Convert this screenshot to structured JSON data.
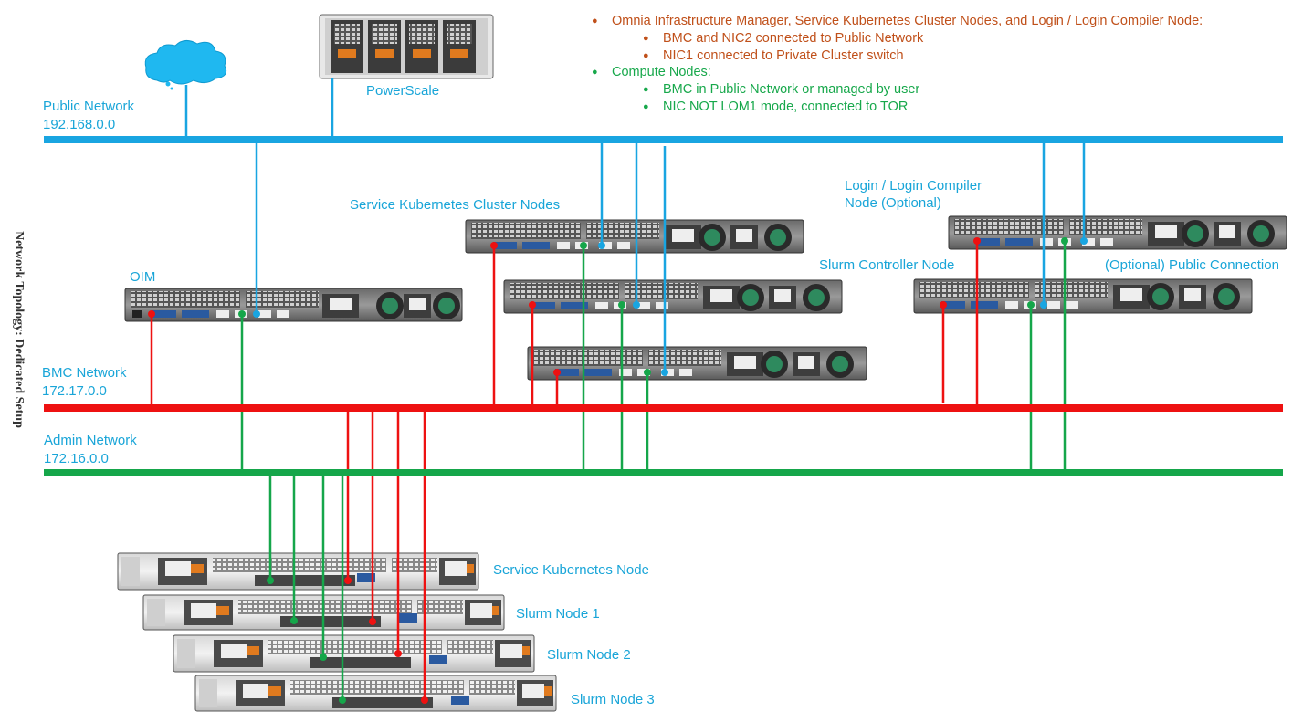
{
  "diagram": {
    "side_title": "Network Topology: Dedicated Setup",
    "networks": {
      "public": {
        "name": "Public Network",
        "subnet": "192.168.0.0",
        "color": "#19a5e1"
      },
      "bmc": {
        "name": "BMC Network",
        "subnet": "172.17.0.0",
        "color": "#ee1111"
      },
      "admin": {
        "name": "Admin Network",
        "subnet": "172.16.0.0",
        "color": "#15a64a"
      }
    },
    "labels": {
      "powerscale": "PowerScale",
      "service_k8s_cluster": "Service Kubernetes Cluster Nodes",
      "login_line1": "Login / Login Compiler",
      "login_line2": "Node (Optional)",
      "oim": "OIM",
      "slurm_controller": "Slurm Controller Node",
      "optional_public": "(Optional) Public Connection",
      "service_k8s_node": "Service Kubernetes Node",
      "slurm_node_1": "Slurm Node 1",
      "slurm_node_2": "Slurm Node 2",
      "slurm_node_3": "Slurm Node 3"
    },
    "legend": {
      "item1": "Omnia Infrastructure Manager, Service Kubernetes Cluster Nodes, and Login / Login Compiler Node:",
      "item1_sub1": "BMC and NIC2 connected to Public Network",
      "item1_sub2": "NIC1 connected to Private Cluster switch",
      "item2": "Compute Nodes:",
      "item2_sub1": "BMC in Public Network or managed by user",
      "item2_sub2": "NIC NOT LOM1 mode, connected to TOR",
      "color_infra": "#c0501a",
      "color_compute": "#17a84b"
    },
    "icons": [
      "cloud-icon",
      "powerscale-chassis-icon",
      "rack-server-icon"
    ]
  }
}
